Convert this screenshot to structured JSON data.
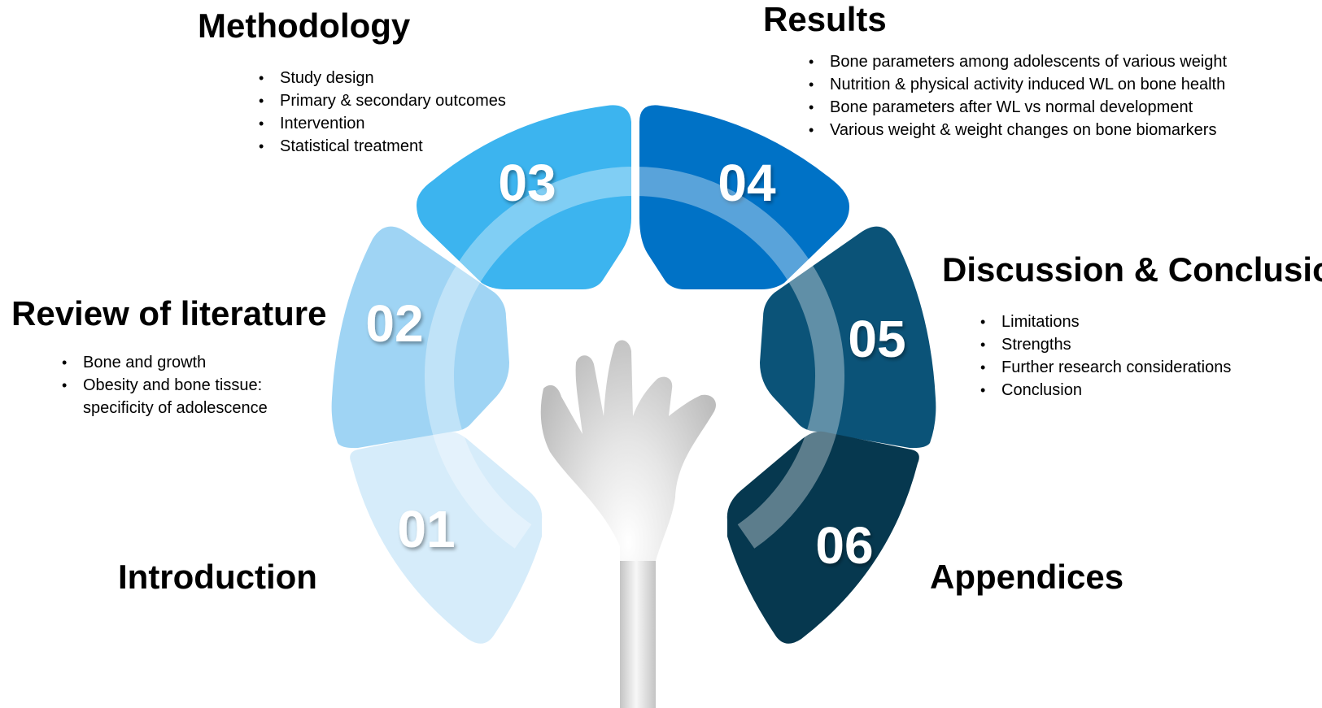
{
  "sections": [
    {
      "number": "01",
      "heading": "Introduction",
      "bullets": [],
      "color": "#D6ECFA"
    },
    {
      "number": "02",
      "heading": "Review of literature",
      "bullets": [
        "Bone and growth",
        "Obesity and bone tissue: specificity of adolescence"
      ],
      "color": "#9FD4F4"
    },
    {
      "number": "03",
      "heading": "Methodology",
      "bullets": [
        "Study design",
        "Primary & secondary outcomes",
        "Intervention",
        "Statistical treatment"
      ],
      "color": "#3CB4EF"
    },
    {
      "number": "04",
      "heading": "Results",
      "bullets": [
        "Bone parameters among adolescents of various weight",
        "Nutrition & physical activity induced WL on bone health",
        "Bone parameters after WL vs normal development",
        "Various weight & weight changes on bone biomarkers"
      ],
      "color": "#0072C6"
    },
    {
      "number": "05",
      "heading": "Discussion & Conclusion",
      "bullets": [
        "Limitations",
        "Strengths",
        "Further research considerations",
        "Conclusion"
      ],
      "color": "#0B5378"
    },
    {
      "number": "06",
      "heading": "Appendices",
      "bullets": [],
      "color": "#06384F"
    }
  ],
  "colors": {
    "hand": "#D9D9D9",
    "arc_overlay": "#FFFFFF"
  }
}
